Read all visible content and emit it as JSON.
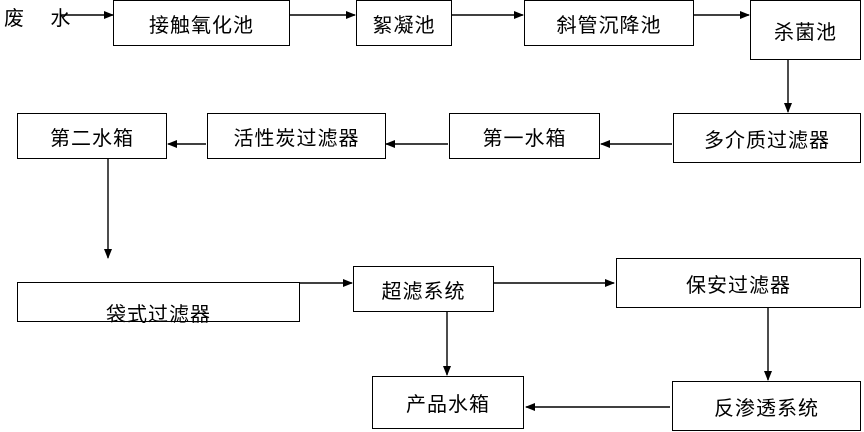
{
  "input_label": "废 水",
  "nodes": {
    "contact_oxidation": "接触氧化池",
    "flocculation": "絮凝池",
    "inclined_tube_settling": "斜管沉降池",
    "sterilization": "杀菌池",
    "multimedia_filter": "多介质过滤器",
    "tank_1": "第一水箱",
    "activated_carbon_filter": "活性炭过滤器",
    "tank_2": "第二水箱",
    "bag_filter": "袋式过滤器",
    "ultrafiltration": "超滤系统",
    "security_filter": "保安过滤器",
    "product_tank": "产品水箱",
    "reverse_osmosis": "反渗透系统"
  }
}
